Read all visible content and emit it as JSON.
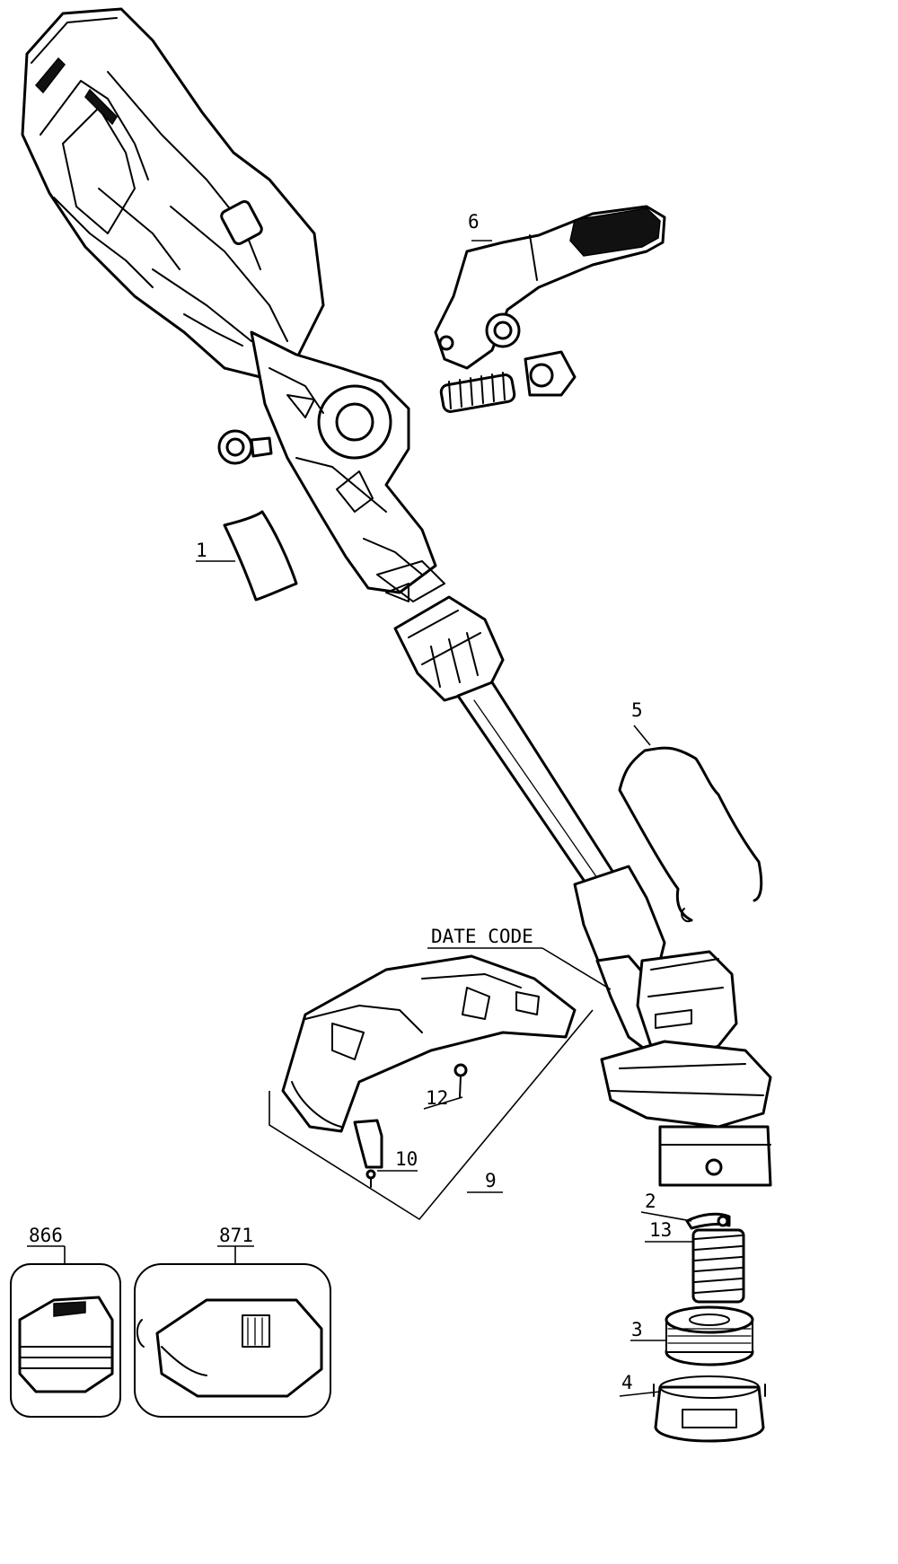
{
  "labels": {
    "p1": "1",
    "p2": "2",
    "p3": "3",
    "p4": "4",
    "p5": "5",
    "p6": "6",
    "p9": "9",
    "p10": "10",
    "p12": "12",
    "p13": "13",
    "date_code": "DATE CODE",
    "battery": "866",
    "charger": "871"
  }
}
